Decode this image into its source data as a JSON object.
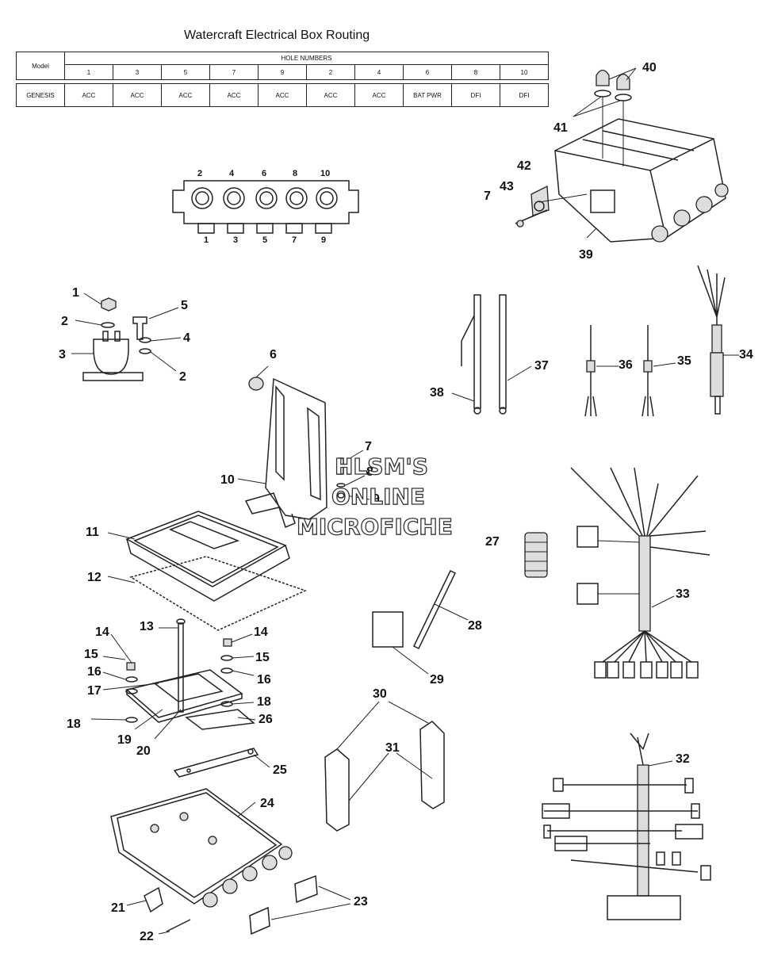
{
  "title": "Watercraft Electrical Box Routing",
  "routing_table": {
    "model_header": "Model",
    "hole_header": "HOLE NUMBERS",
    "holes": [
      "1",
      "3",
      "5",
      "7",
      "9",
      "2",
      "4",
      "6",
      "8",
      "10"
    ],
    "rows": [
      {
        "model": "GENESIS",
        "values": [
          "ACC",
          "ACC",
          "ACC",
          "ACC",
          "ACC",
          "ACC",
          "ACC",
          "BAT PWR",
          "DFI",
          "DFI"
        ]
      }
    ]
  },
  "connector": {
    "top_numbers": [
      "2",
      "4",
      "6",
      "8",
      "10"
    ],
    "bottom_numbers": [
      "1",
      "3",
      "5",
      "7",
      "9"
    ]
  },
  "callouts": [
    "1",
    "2",
    "3",
    "4",
    "5",
    "2",
    "6",
    "7",
    "8",
    "9",
    "10",
    "11",
    "12",
    "13",
    "14",
    "14",
    "15",
    "15",
    "16",
    "16",
    "17",
    "18",
    "18",
    "19",
    "20",
    "21",
    "22",
    "23",
    "24",
    "25",
    "26",
    "27",
    "28",
    "29",
    "30",
    "31",
    "32",
    "33",
    "34",
    "35",
    "36",
    "37",
    "38",
    "39",
    "40",
    "41",
    "42",
    "43",
    "7"
  ],
  "watermark": [
    "HLSM'S",
    "ONLINE",
    "MICROFICHE"
  ]
}
